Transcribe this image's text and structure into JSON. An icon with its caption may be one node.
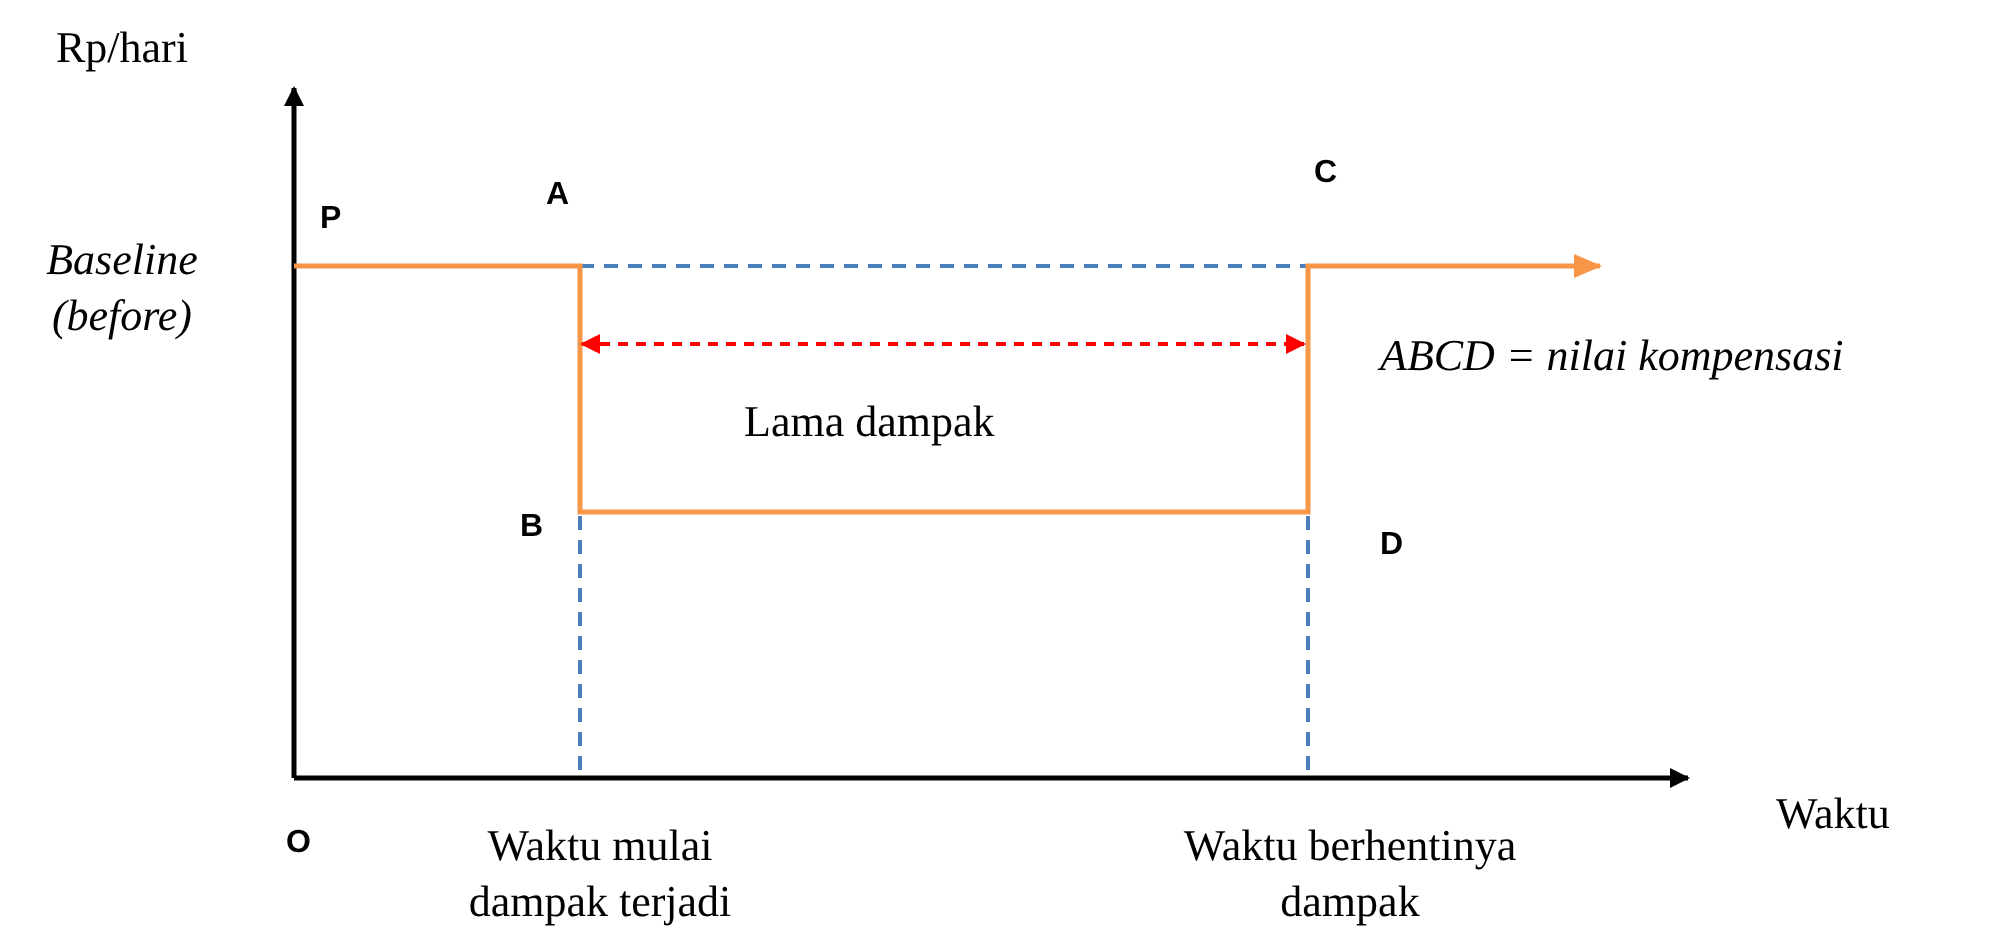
{
  "diagram": {
    "labels": [
      "Rp/hari",
      "P",
      "A",
      "C",
      "Baseline (before)",
      "ABCD = nilai kompensasi",
      "Lama dampak",
      "B",
      "D",
      "O",
      "Waktu",
      "Waktu mulai dampak terjadi",
      "Waktu berhentinya dampak"
    ]
  }
}
